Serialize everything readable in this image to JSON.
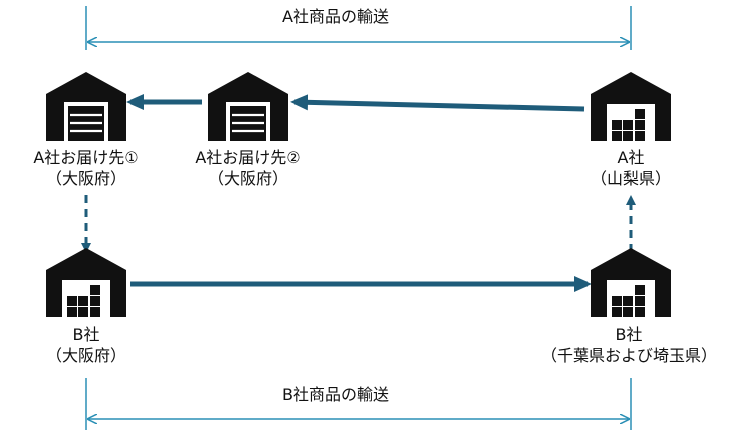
{
  "spans": {
    "a_transport": "A社商品の輸送",
    "b_transport": "B社商品の輸送"
  },
  "nodes": {
    "a_dest1": {
      "name": "A社お届け先①",
      "location": "（大阪府）",
      "icon": "warehouse-closed-icon"
    },
    "a_dest2": {
      "name": "A社お届け先②",
      "location": "（大阪府）",
      "icon": "warehouse-closed-icon"
    },
    "a_company": {
      "name": "A社",
      "location": "（山梨県）",
      "icon": "warehouse-boxes-icon"
    },
    "b_company": {
      "name": "B社",
      "location": "（大阪府）",
      "icon": "warehouse-boxes-icon"
    },
    "b_dest": {
      "name": "B社",
      "location": "（千葉県および埼玉県）",
      "icon": "warehouse-boxes-icon"
    }
  },
  "colors": {
    "arrow": "#1f5c7a",
    "span_line": "#2a8fb5",
    "icon": "#111111"
  }
}
